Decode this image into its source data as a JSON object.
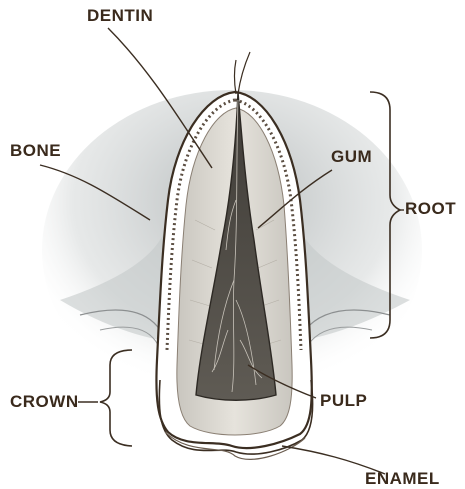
{
  "labels": {
    "dentin": "DENTIN",
    "bone": "BONE",
    "gum": "GUM",
    "root": "ROOT",
    "crown": "CROWN",
    "pulp": "PULP",
    "enamel": "ENAMEL"
  },
  "colors": {
    "label_text": "#3a2a1c",
    "outline": "#3b2e22",
    "dentin_fill": "#d9d6cf",
    "pulp_fill": "#55524c",
    "gum_shadow": "#bfc3c4"
  }
}
